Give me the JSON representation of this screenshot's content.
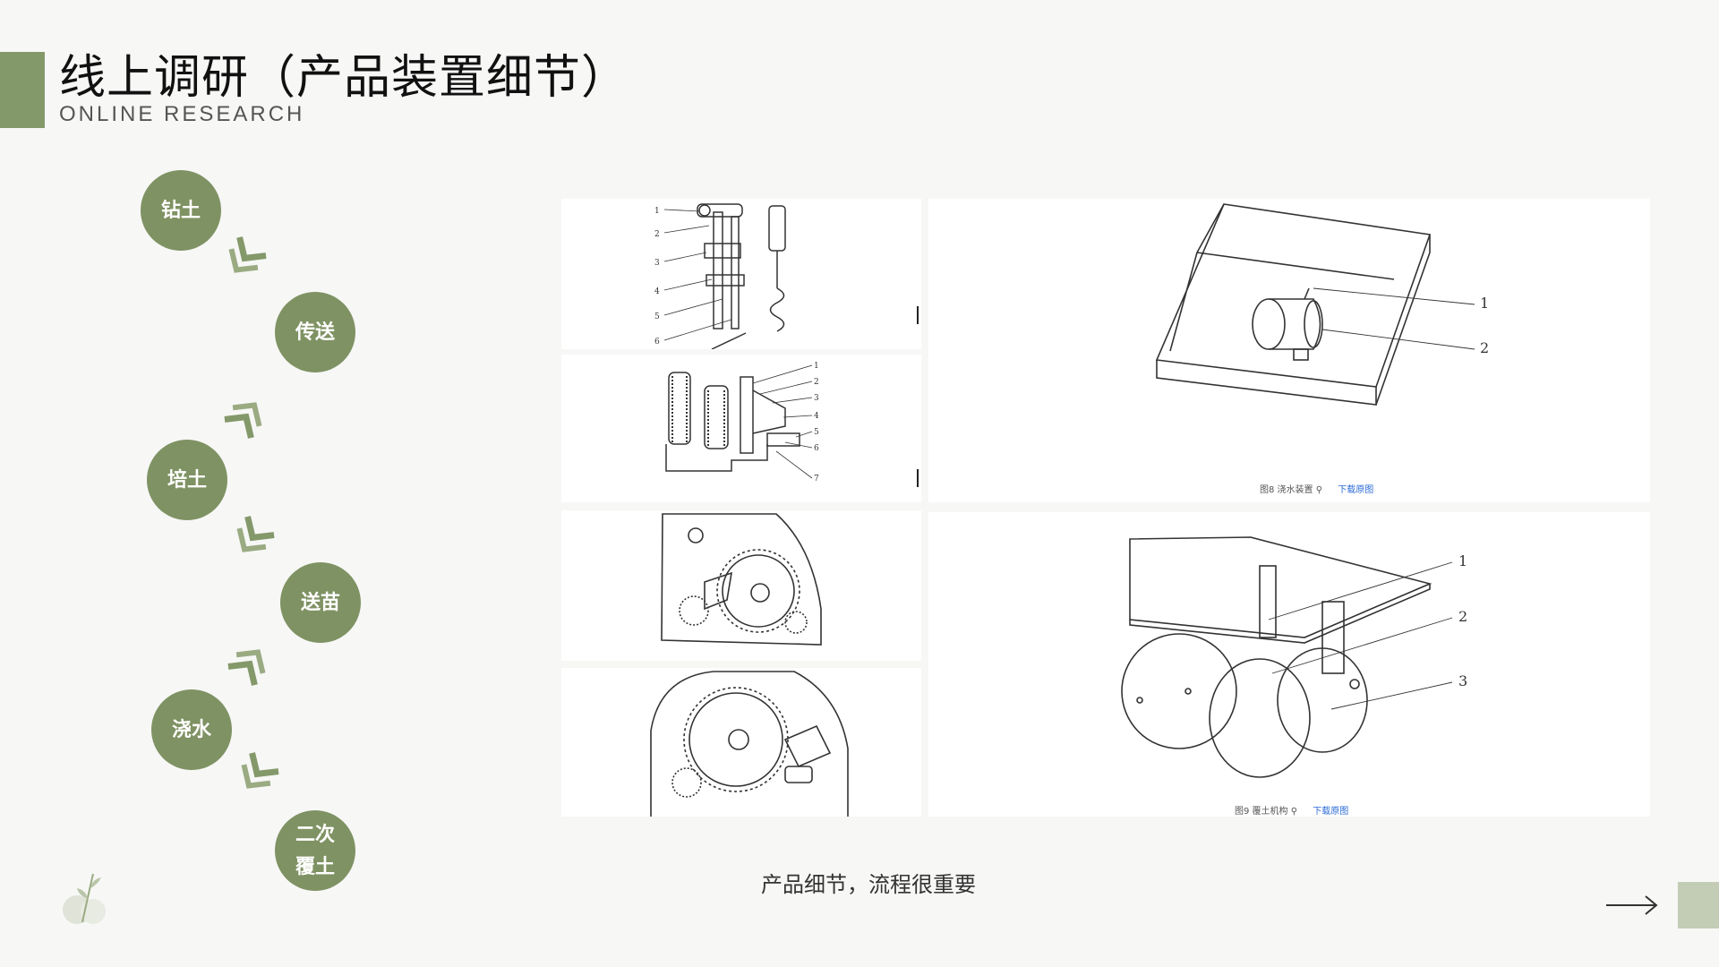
{
  "header": {
    "title": "线上调研（产品装置细节）",
    "subtitle": "ONLINE RESEARCH"
  },
  "steps": [
    {
      "label": "钻土"
    },
    {
      "label": "传送"
    },
    {
      "label": "培土"
    },
    {
      "label": "送苗"
    },
    {
      "label": "浇水"
    },
    {
      "label_line1": "二次",
      "label_line2": "覆土"
    }
  ],
  "figures": {
    "fig8_caption": "图8 浇水装置",
    "fig9_caption": "图9 覆土机构",
    "download_label": "下载原图",
    "fig8_callouts": [
      "1",
      "2"
    ],
    "fig9_callouts": [
      "1",
      "2",
      "3"
    ],
    "drill_callouts": [
      "1",
      "2",
      "3",
      "4",
      "5",
      "6"
    ],
    "gear_callouts": [
      "1",
      "2",
      "3",
      "4",
      "5",
      "6",
      "7"
    ]
  },
  "footer": {
    "note": "产品细节，流程很重要"
  },
  "colors": {
    "accent": "#84996a",
    "circle": "#7f9263",
    "corner": "#c3ccb5",
    "link": "#2a6bd6"
  },
  "icons": [
    "chevron-icon",
    "arrow-right-icon",
    "leaf-icon",
    "zoom-icon"
  ]
}
